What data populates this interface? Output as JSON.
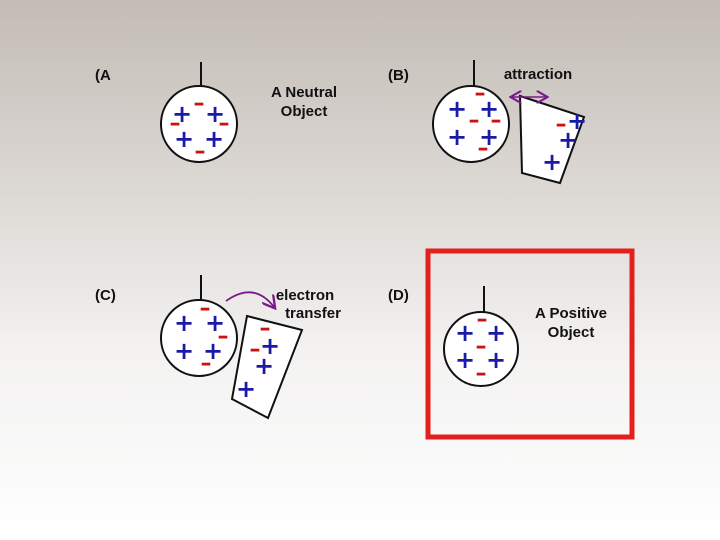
{
  "colors": {
    "positive": "#1a1aa6",
    "negative": "#cc1111",
    "arrow": "#7a1a8a",
    "highlight": "#e3201b"
  },
  "symbols": {
    "plus": "+",
    "minus": "–"
  },
  "panels": {
    "a": {
      "tag": "(A",
      "caption_line1": "A Neutral",
      "caption_line2": "Object"
    },
    "b": {
      "tag": "(B)",
      "caption": "attraction"
    },
    "c": {
      "tag": "(C)",
      "caption_line1": "electron",
      "caption_line2": "transfer"
    },
    "d": {
      "tag": "(D)",
      "caption_line1": "A Positive",
      "caption_line2": "Object"
    }
  }
}
